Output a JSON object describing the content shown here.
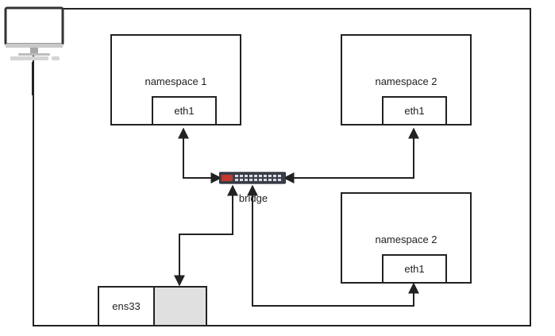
{
  "namespaces": [
    {
      "name": "namespace 1",
      "iface": "eth1"
    },
    {
      "name": "namespace 2",
      "iface": "eth1"
    },
    {
      "name": "namespace 2",
      "iface": "eth1"
    }
  ],
  "bridge": {
    "label": "bridge",
    "icon": "network-switch-icon"
  },
  "host": {
    "nic_label": "ens33",
    "icon": "computer-monitor-icon"
  },
  "colors": {
    "line": "#222222",
    "nic_fill": "#e0e0e0",
    "switch_body": "#3a3f4a",
    "switch_accent": "#c0392b"
  }
}
